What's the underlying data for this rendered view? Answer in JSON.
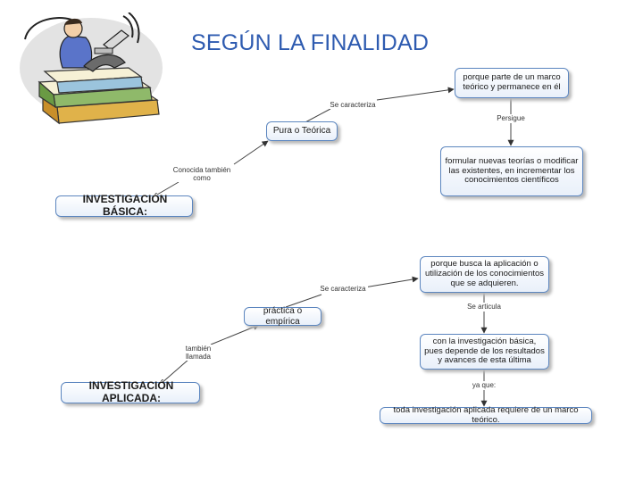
{
  "title": "SEGÚN LA FINALIDAD",
  "basica": {
    "root": "INVESTIGACIÓN BÁSICA:",
    "link1": "Conocida también como",
    "node1": "Pura o Teórica",
    "link2": "Se caracteriza",
    "node2": "porque parte de un marco teórico y permanece en él",
    "link3": "Persigue",
    "node3": "formular nuevas teorías o modificar las existentes, en incrementar los conocimientos científicos"
  },
  "aplicada": {
    "root": "INVESTIGACIÓN APLICADA:",
    "link1": "también llamada",
    "node1": "práctica o empírica",
    "link2": "Se caracteriza",
    "node2": "porque busca la aplicación o utilización de los conocimientos que se adquieren.",
    "link3": "Se articula",
    "node3": "con la investigación básica, pues depende de los resultados y avances de esta última",
    "link4": "ya que:",
    "node4": "toda investigación aplicada requiere de un marco teórico."
  },
  "illustration": {
    "icon": "student-reading-on-books-icon"
  }
}
